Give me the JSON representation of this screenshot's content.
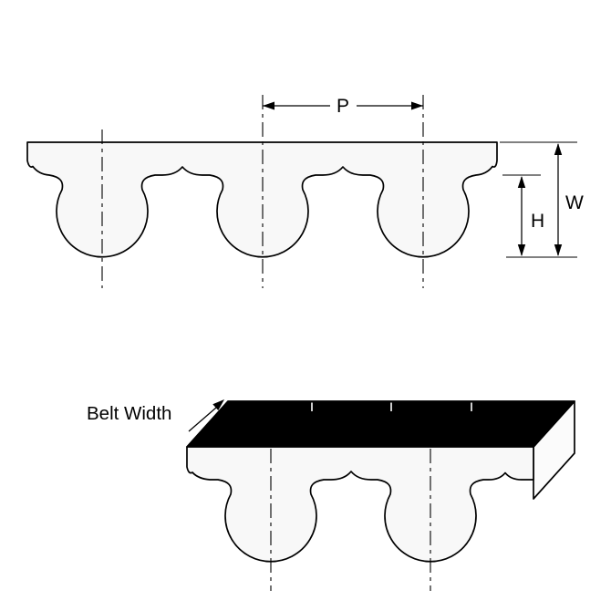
{
  "labels": {
    "pitch": "P",
    "belt_height": "W",
    "tooth_height": "H",
    "belt_width": "Belt Width"
  },
  "colors": {
    "line": "#000000",
    "belt_fill": "#f8f8f8",
    "end_face_fill": "#fbfbfb",
    "top_face_fill": "#000000",
    "tooth_mark": "#ffffff",
    "background": "#ffffff"
  }
}
